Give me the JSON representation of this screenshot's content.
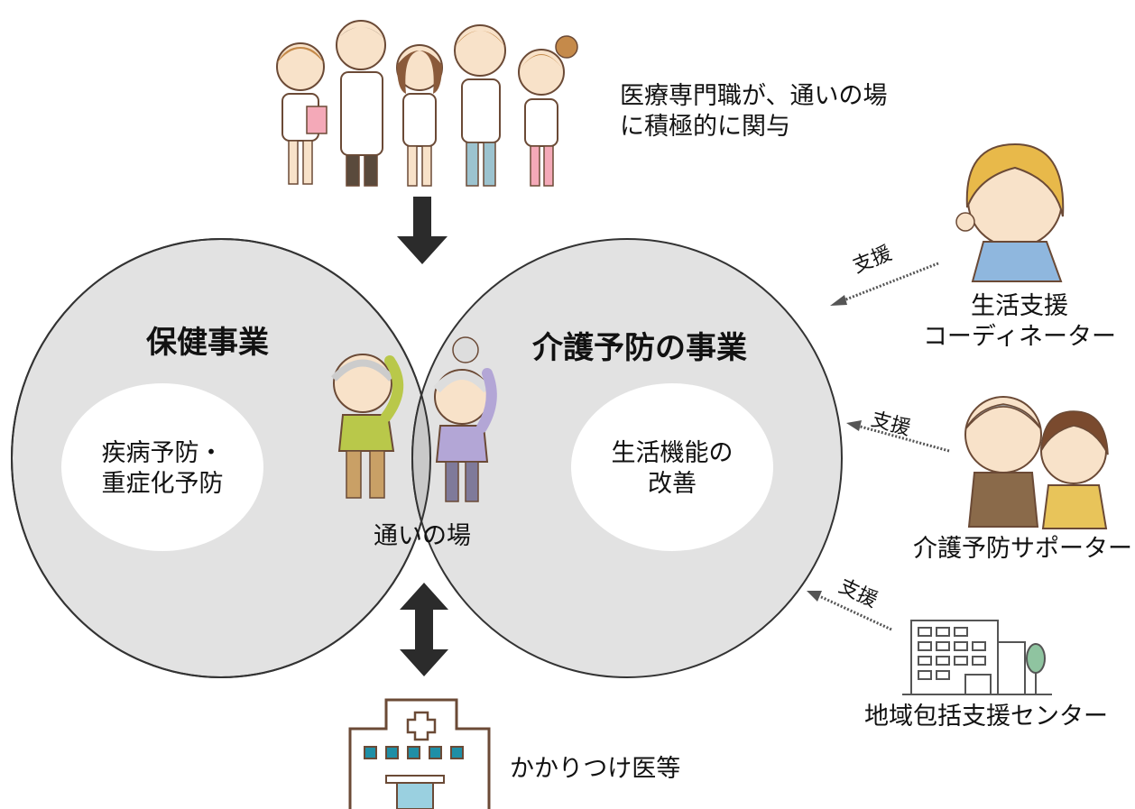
{
  "top_note": {
    "line1": "医療専門職が、通いの場",
    "line2": "に積極的に関与"
  },
  "left_circle": {
    "title": "保健事業",
    "inner_line1": "疾病予防・",
    "inner_line2": "重症化予防"
  },
  "right_circle": {
    "title": "介護予防の事業",
    "inner_line1": "生活機能の",
    "inner_line2": "改善"
  },
  "overlap": {
    "label": "通いの場"
  },
  "bottom": {
    "label": "かかりつけ医等"
  },
  "supporters": [
    {
      "arrow_label": "支援",
      "line1": "生活支援",
      "line2": "コーディネーター"
    },
    {
      "arrow_label": "支援",
      "name": "介護予防サポーター"
    },
    {
      "arrow_label": "支援",
      "name": "地域包括支援センター"
    }
  ],
  "colors": {
    "circle_fill": "#e2e2e2",
    "overlap_fill": "#c9c9c9",
    "outline": "#333333",
    "arrow": "#2b2b2b",
    "building_outline": "#6b4a36",
    "building_window": "#1f8fa6"
  }
}
